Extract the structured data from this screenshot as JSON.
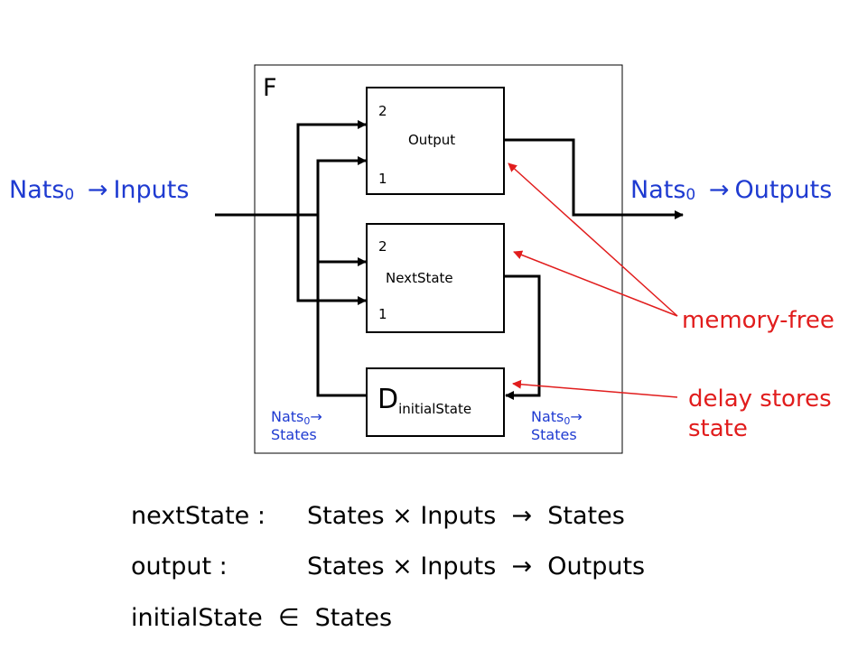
{
  "diagram": {
    "outer_label": "F",
    "boxes": {
      "output": {
        "name": "Output",
        "port_top": "2",
        "port_bottom": "1"
      },
      "next_state": {
        "name": "NextState",
        "port_top": "2",
        "port_bottom": "1"
      },
      "delay": {
        "letter": "D",
        "subscript": "initialState"
      }
    },
    "inputs": {
      "prefix": "Nats",
      "sub": "0",
      "arrow": "→",
      "text": "Inputs"
    },
    "outputs": {
      "prefix": "Nats",
      "sub": "0",
      "arrow": "→",
      "text": "Outputs"
    },
    "states_left": {
      "prefix": "Nats",
      "sub": "0",
      "arrow": "→",
      "text": "States"
    },
    "states_right": {
      "prefix": "Nats",
      "sub": "0",
      "arrow": "→",
      "text": "States"
    },
    "annotations": {
      "memory_free": "memory-free",
      "delay_line1": "delay stores",
      "delay_line2": "state"
    }
  },
  "equations": [
    {
      "lhs": "nextState :",
      "rhs": "States × Inputs  →  States"
    },
    {
      "lhs": "output :",
      "rhs": "States × Inputs  →  Outputs"
    },
    {
      "lhs": "initialState  ∈  States",
      "rhs": ""
    }
  ],
  "colors": {
    "blue": "#1f3bd1",
    "red": "#e11d1d",
    "line": "#000000"
  }
}
